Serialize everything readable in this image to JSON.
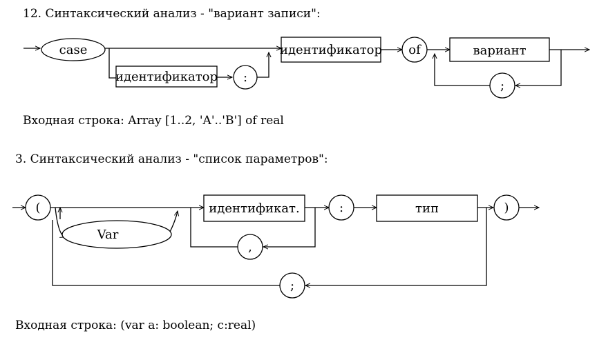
{
  "section12": {
    "heading": "12. Синтаксический анализ - \"вариант записи\":",
    "nodes": {
      "case": "case",
      "identifier_lower": "идентификатор",
      "colon": ":",
      "identifier_main": "идентификатор",
      "of": "of",
      "variant": "вариант",
      "semicolon": ";"
    },
    "input": "Входная строка: Array [1..2, 'A'..'B'] of real"
  },
  "section3": {
    "heading": "3. Синтаксический анализ - \"список параметров\":",
    "nodes": {
      "open_paren": "(",
      "var": "Var",
      "identifier": "идентификат.",
      "comma": ",",
      "colon": ":",
      "type": "тип",
      "close_paren": ")",
      "semicolon": ";"
    },
    "input": "Входная строка: (var a: boolean; c:real)"
  }
}
